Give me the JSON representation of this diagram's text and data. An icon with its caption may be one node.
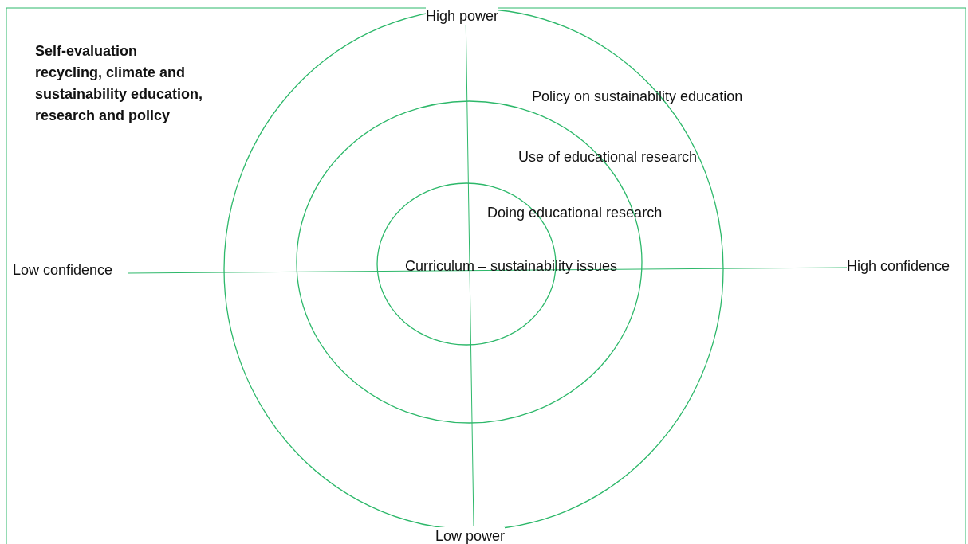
{
  "diagram": {
    "title": "Self-evaluation recycling, climate and sustainability education, research and policy",
    "nodes": [
      {
        "text": [
          "Policy on sustainability education"
        ]
      },
      {
        "text": [
          "Use of educational research"
        ],
        "in": 0
      },
      {
        "text": [
          "Doing educational research",
          "Curriculum – sustainability issues"
        ],
        "in": 1
      }
    ],
    "labels": [
      "High power",
      "Low confidence",
      "High confidence",
      "Low power"
    ]
  }
}
